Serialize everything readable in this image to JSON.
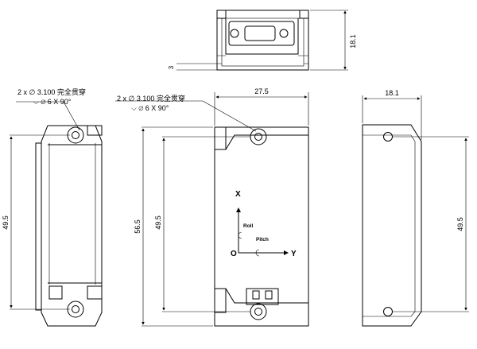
{
  "top_view": {
    "dim_height": "18.1",
    "dim_small": "3"
  },
  "left_view": {
    "callout_line1": "2 x ∅ 3.100 完全贯穿",
    "callout_line2": "⌵ ∅ 6 X 90°",
    "dim_height": "49.5"
  },
  "front_view": {
    "callout_line1": "2 x ∅ 3.100 完全贯穿",
    "callout_line2": "⌵ ∅ 6 X 90°",
    "dim_width": "27.5",
    "dim_overall": "56.5",
    "dim_holes": "49.5",
    "axes": {
      "x": "X",
      "y": "Y",
      "origin": "O",
      "roll": "Roll",
      "pitch": "Pitch"
    }
  },
  "right_view": {
    "dim_width": "18.1",
    "dim_height": "49.5"
  }
}
